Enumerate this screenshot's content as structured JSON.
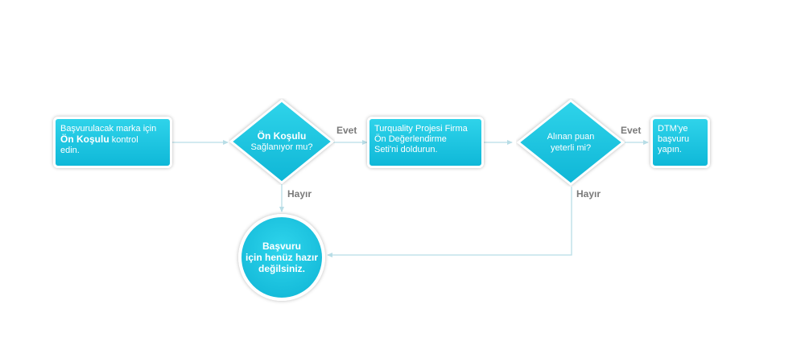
{
  "box1": {
    "line1": "Başvurulacak marka için",
    "strong": "Ön Koşulu",
    "line2_rest": " kontrol",
    "line3": "edin."
  },
  "decision1": {
    "strong": "Ön Koşulu",
    "line2": "Sağlanıyor mu?"
  },
  "box2": {
    "line1": "Turquality Projesi Firma",
    "line2": "Ön Değerlendirme",
    "line3": "Seti'ni doldurun."
  },
  "decision2": {
    "line1": "Alınan puan",
    "line2": "yeterli mi?"
  },
  "box3": {
    "line1": "DTM'ye",
    "line2": "başvuru",
    "line3": "yapın."
  },
  "end_circle": {
    "line1": "Başvuru",
    "line2": "için henüz hazır",
    "line3": "değilsiniz."
  },
  "labels": {
    "yes1": "Evet",
    "yes2": "Evet",
    "no1": "Hayır",
    "no2": "Hayır"
  },
  "colors": {
    "node_fill": "#13bcdc",
    "node_border": "#ffffff",
    "connector": "#b8dde6",
    "label_text": "#7a7a7a"
  }
}
